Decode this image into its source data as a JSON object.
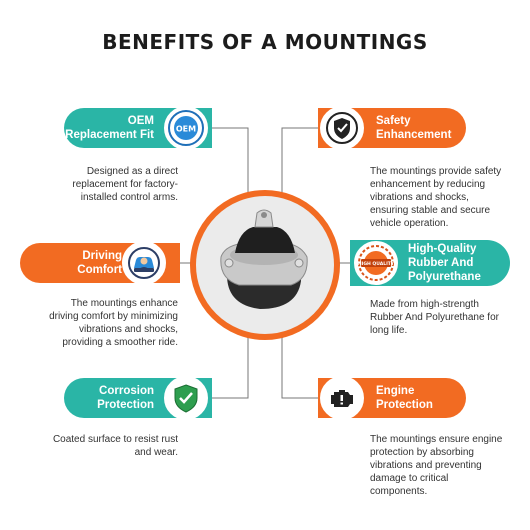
{
  "title": "BENEFITS OF A MOUNTINGS",
  "benefits": [
    {
      "id": "oem",
      "label_line1": "OEM",
      "label_line2": "Replacement Fit",
      "desc": [
        "Designed as a direct",
        "replacement for factory-",
        "installed control arms."
      ],
      "icon": "oem-badge-icon",
      "badge_text": "OEM"
    },
    {
      "id": "safety",
      "label_line1": "Safety",
      "label_line2": "Enhancement",
      "desc": [
        "The mountings provide safety",
        "enhancement by reducing",
        "vibrations and shocks,",
        "ensuring stable and secure",
        "vehicle operation."
      ],
      "icon": "shield-check-icon"
    },
    {
      "id": "driving",
      "label_line1": "Driving",
      "label_line2": "Comfort",
      "desc": [
        "The mountings enhance",
        "driving comfort by minimizing",
        "vibrations and shocks,",
        "providing a smoother ride."
      ],
      "icon": "driver-icon"
    },
    {
      "id": "quality",
      "label_line1": "High-Quality",
      "label_line2": "Rubber And",
      "label_line3": "Polyurethane",
      "desc": [
        "Made from high-strength",
        "Rubber And Polyurethane for",
        "long life."
      ],
      "icon": "quality-seal-icon",
      "badge_text": "HIGH QUALITY"
    },
    {
      "id": "corrosion",
      "label_line1": "Corrosion",
      "label_line2": "Protection",
      "desc": [
        "Coated surface to resist rust",
        "and wear."
      ],
      "icon": "shield-check-green-icon"
    },
    {
      "id": "engine",
      "label_line1": "Engine",
      "label_line2": "Protection",
      "desc": [
        "The mountings ensure engine",
        "protection by absorbing",
        "vibrations and preventing",
        "damage to critical",
        "components."
      ],
      "icon": "engine-warning-icon"
    }
  ],
  "colors": {
    "teal": "#2ab5a6",
    "orange": "#f26b22",
    "text": "#333333"
  }
}
